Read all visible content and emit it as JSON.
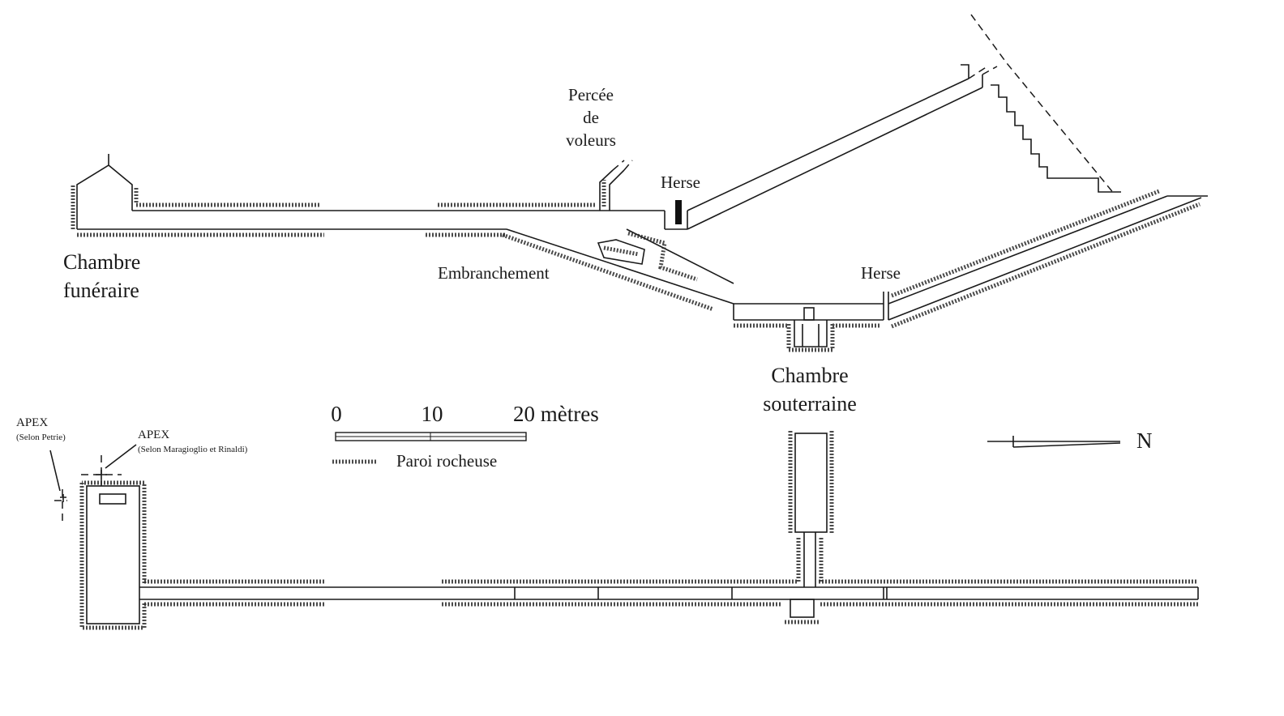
{
  "labels": {
    "chambre_funeraire_line1": "Chambre",
    "chambre_funeraire_line2": "funéraire",
    "percee_line1": "Percée",
    "percee_line2": "de",
    "percee_line3": "voleurs",
    "herse_upper": "Herse",
    "herse_lower": "Herse",
    "embranchement": "Embranchement",
    "chambre_souterraine_line1": "Chambre",
    "chambre_souterraine_line2": "souterraine",
    "apex_petrie": "APEX",
    "apex_petrie_note": "(Selon Petrie)",
    "apex_maragioglio": "APEX",
    "apex_maragioglio_note": "(Selon Maragioglio et Rinaldi)",
    "north": "N"
  },
  "scale": {
    "tick_0": "0",
    "tick_10": "10",
    "tick_20": "20 mètres",
    "legend": "Paroi rocheuse"
  }
}
